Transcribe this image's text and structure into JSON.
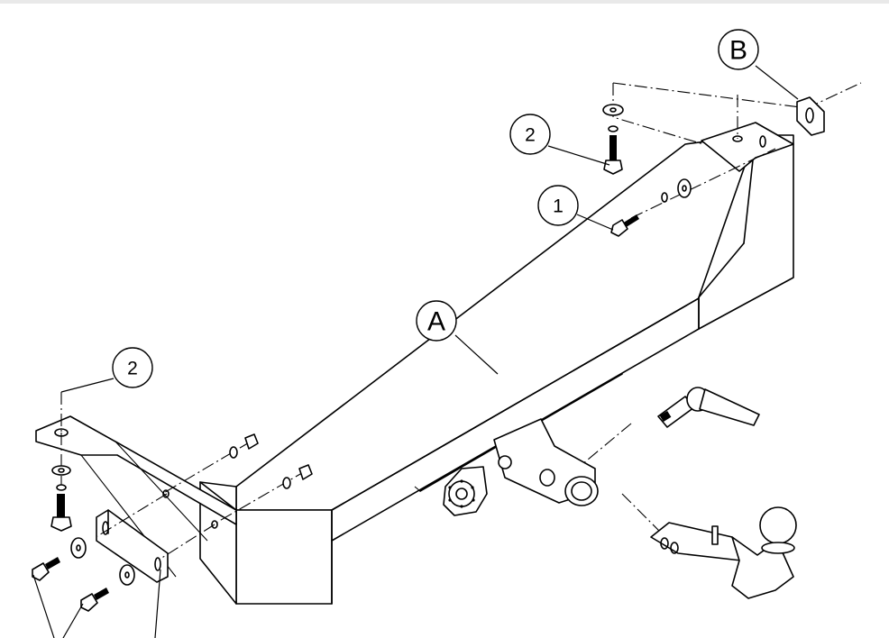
{
  "callouts": {
    "part_a": "A",
    "part_b": "B",
    "bolt_1": "1",
    "bolt_2_upper": "2",
    "bolt_2_lower": "2"
  }
}
